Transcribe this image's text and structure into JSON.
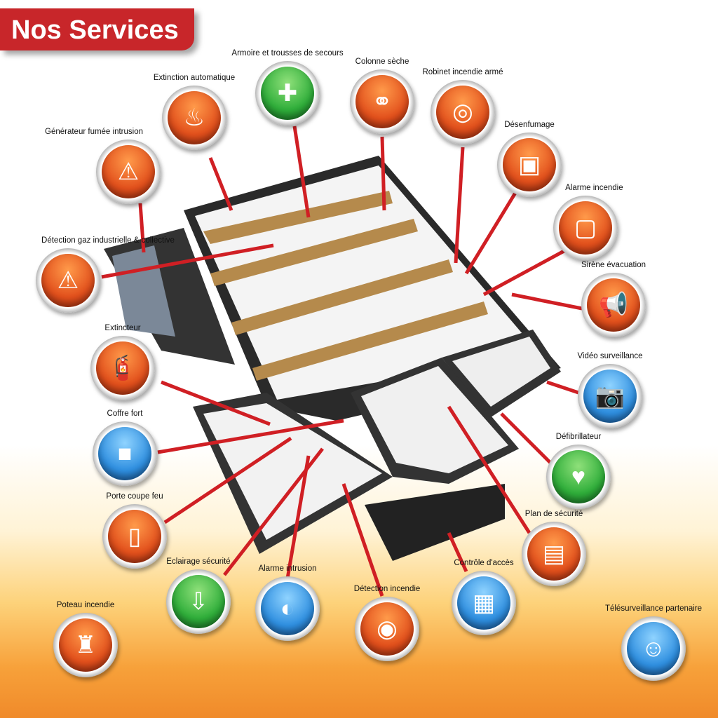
{
  "title": "Nos Services",
  "services": [
    {
      "label": "Générateur fumée intrusion",
      "icon": "warning-smoke-icon",
      "glyph": "⚠",
      "color": "orange"
    },
    {
      "label": "Extinction automatique",
      "icon": "sprinkler-icon",
      "glyph": "♨",
      "color": "orange"
    },
    {
      "label": "Armoire et trousses de secours",
      "icon": "first-aid-cross-icon",
      "glyph": "✚",
      "color": "green"
    },
    {
      "label": "Colonne sèche",
      "icon": "dry-riser-icon",
      "glyph": "⚭",
      "color": "orange"
    },
    {
      "label": "Robinet incendie armé",
      "icon": "fire-hose-reel-icon",
      "glyph": "◎",
      "color": "orange"
    },
    {
      "label": "Désenfumage",
      "icon": "smoke-vent-control-icon",
      "glyph": "▣",
      "color": "orange"
    },
    {
      "label": "Alarme incendie",
      "icon": "fire-alarm-call-point-icon",
      "glyph": "▢",
      "color": "orange"
    },
    {
      "label": "Sirène évacuation",
      "icon": "siren-horn-icon",
      "glyph": "📢",
      "color": "orange"
    },
    {
      "label": "Vidéo surveillance",
      "icon": "cctv-camera-icon",
      "glyph": "📷",
      "color": "blue"
    },
    {
      "label": "Défibrillateur",
      "icon": "defibrillator-icon",
      "glyph": "♥",
      "color": "green"
    },
    {
      "label": "Plan de sécurité",
      "icon": "safety-plan-icon",
      "glyph": "▤",
      "color": "orange"
    },
    {
      "label": "Contrôle d'accès",
      "icon": "keypad-icon",
      "glyph": "▦",
      "color": "blue"
    },
    {
      "label": "Détection incendie",
      "icon": "smoke-detector-icon",
      "glyph": "◉",
      "color": "orange"
    },
    {
      "label": "Alarme intrusion",
      "icon": "motion-sensor-icon",
      "glyph": "◐",
      "color": "blue"
    },
    {
      "label": "Eclairage sécurité",
      "icon": "emergency-exit-sign-icon",
      "glyph": "⇩",
      "color": "green"
    },
    {
      "label": "Porte coupe feu",
      "icon": "fire-door-icon",
      "glyph": "▯",
      "color": "orange"
    },
    {
      "label": "Coffre fort",
      "icon": "safe-icon",
      "glyph": "■",
      "color": "blue"
    },
    {
      "label": "Extincteur",
      "icon": "fire-extinguisher-icon",
      "glyph": "🧯",
      "color": "orange"
    },
    {
      "label": "Détection gaz industrielle & collective",
      "icon": "gas-warning-icon",
      "glyph": "⚠",
      "color": "orange"
    },
    {
      "label": "Poteau incendie",
      "icon": "fire-hydrant-icon",
      "glyph": "♜",
      "color": "orange"
    },
    {
      "label": "Télésurveillance partenaire",
      "icon": "operator-headset-icon",
      "glyph": "☺",
      "color": "blue"
    }
  ]
}
